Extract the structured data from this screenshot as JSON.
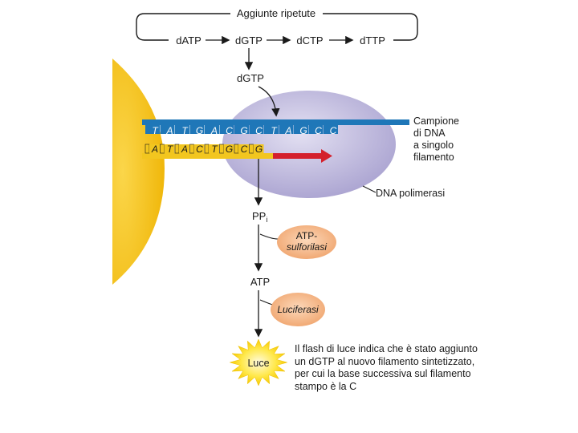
{
  "cycle_label": "Aggiunte ripetute",
  "nucleotides": [
    "dATP",
    "dGTP",
    "dCTP",
    "dTTP"
  ],
  "incoming_nucleotide": "dGTP",
  "template_bases": [
    "T",
    "A",
    "T",
    "G",
    "A",
    "C",
    "G",
    "C",
    "T",
    "A",
    "G",
    "C",
    "C"
  ],
  "new_strand_bases": [
    "A",
    "T",
    "A",
    "C",
    "T",
    "G",
    "C",
    "G"
  ],
  "template_label": [
    "Campione",
    "di DNA",
    "a singolo",
    "filamento"
  ],
  "polymerase_label": "DNA polimerasi",
  "ppi_label": {
    "main": "PP",
    "sub": "i"
  },
  "enzyme1_label": [
    "ATP-",
    "sulforilasi"
  ],
  "atp_label": "ATP",
  "enzyme2_label": "Luciferasi",
  "light_label": "Luce",
  "caption": "Il flash di luce indica che è stato aggiunto un dGTP al nuovo filamento sintetizzato, per cui la base successiva sul filamento stampo è la C",
  "colors": {
    "template_strand": "#1f77b8",
    "new_strand": "#f2c61f",
    "arrow": "#d4202c",
    "polymerase": "#c3bde0",
    "bead": "#f5c216",
    "enzyme": "#f4b98a"
  }
}
